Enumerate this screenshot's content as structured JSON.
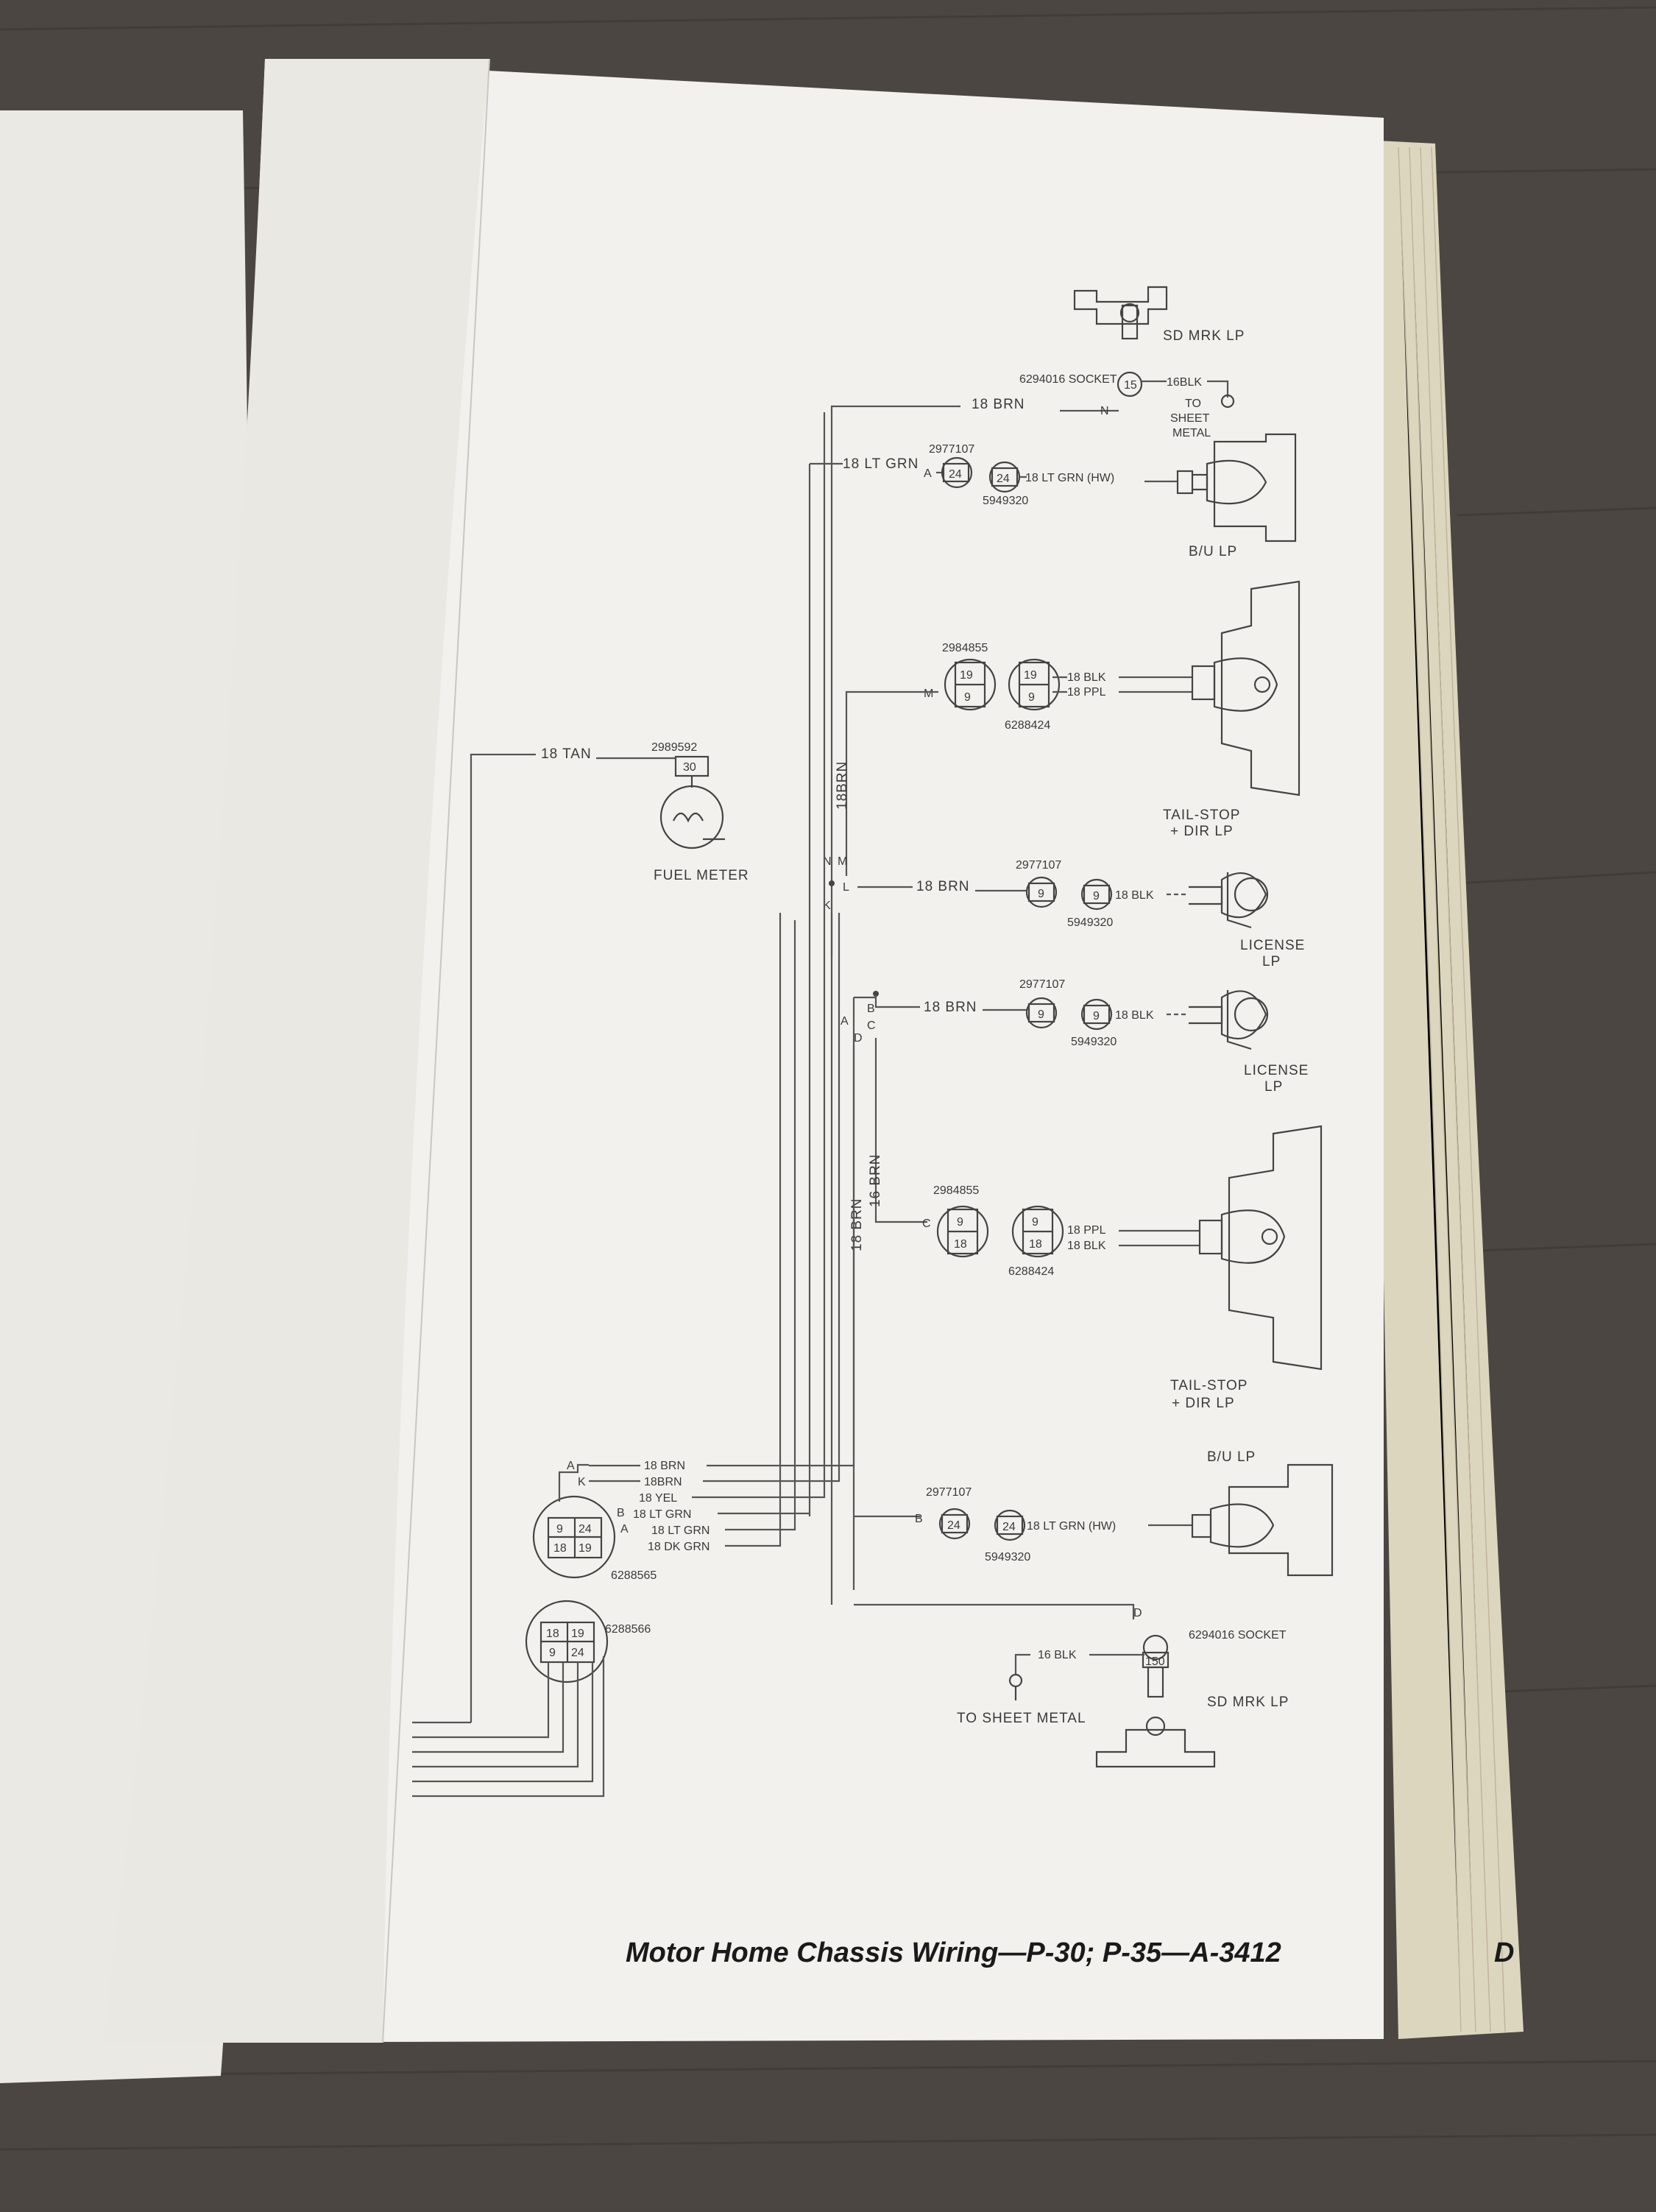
{
  "title": "Motor Home Chassis Wiring—P-30; P-35—A-3412",
  "components": {
    "sd_mrk_lp_top": "SD MRK LP",
    "socket_top": "6294016 SOCKET",
    "to_sheet_metal_top_1": "TO",
    "to_sheet_metal_top_2": "SHEET",
    "to_sheet_metal_top_3": "METAL",
    "bu_lp_top": "B/U LP",
    "tail_stop_top_1": "TAIL-STOP",
    "tail_stop_top_2": "+ DIR LP",
    "fuel_meter": "FUEL METER",
    "license_lp_1a": "LICENSE",
    "license_lp_1b": "LP",
    "license_lp_2a": "LICENSE",
    "license_lp_2b": "LP",
    "tail_stop_bottom_1": "TAIL-STOP",
    "tail_stop_bottom_2": "+ DIR LP",
    "bu_lp_bottom": "B/U LP",
    "socket_bottom": "6294016 SOCKET",
    "to_sheet_metal_bottom": "TO SHEET METAL",
    "sd_mrk_lp_bottom": "SD MRK LP"
  },
  "part_numbers": {
    "p2977107_a": "2977107",
    "p5949320_a": "5949320",
    "p2984855_a": "2984855",
    "p6288424_a": "6288424",
    "p2989592": "2989592",
    "p2977107_b": "2977107",
    "p5949320_b": "5949320",
    "p2977107_c": "2977107",
    "p5949320_c": "5949320",
    "p2984855_b": "2984855",
    "p6288424_b": "6288424",
    "p6288565": "6288565",
    "p2977107_d": "2977107",
    "p5949320_d": "5949320",
    "p6288566": "6288566"
  },
  "wires": {
    "w_16blk_top": "16BLK",
    "w_18brn_top": "18 BRN",
    "w_18ltgrn_a": "18 LT GRN",
    "w_18ltgrn_hw_a": "18 LT GRN (HW)",
    "w_18blk_tail": "18 BLK",
    "w_18ppl_tail": "18 PPL",
    "w_18tan": "18 TAN",
    "w_18brn_vert": "18BRN",
    "w_18brn_lic1": "18 BRN",
    "w_18blk_lic1": "18 BLK",
    "w_18brn_lic2": "18 BRN",
    "w_18blk_lic2": "18 BLK",
    "w_16brn_vert": "16 BRN",
    "w_18brn_vert2": "18 BRN",
    "w_18ppl_tail2": "18 PPL",
    "w_18blk_tail2": "18 BLK",
    "h_18brn_1": "18 BRN",
    "h_18brn_2": "18BRN",
    "h_18yel": "18 YEL",
    "h_18ltgrn_1": "18 LT GRN",
    "h_18ltgrn_2": "18 LT GRN",
    "h_18dkgrn": "18 DK GRN",
    "w_18ltgrn_hw_b": "18 LT GRN (HW)",
    "w_16blk_bottom": "16 BLK"
  },
  "terminals": {
    "t_n_top": "N",
    "t_a_top": "A",
    "t_m_tail": "M",
    "t_n_split": "N",
    "t_m_split": "M",
    "t_l_split": "L",
    "t_k_split": "K",
    "t_a_split2": "A",
    "t_b_split2": "B",
    "t_c_split2": "C",
    "t_d_split2": "D",
    "t_c_tail2": "C",
    "h_a": "A",
    "h_k": "K",
    "h_b": "B",
    "h_a2": "A",
    "t_b_bu2": "B",
    "t_d_sd2": "D"
  },
  "cavities": {
    "c15_top": "15",
    "c24_a1": "24",
    "c24_a2": "24",
    "c19_a1": "19",
    "c9_a1": "9",
    "c19_a2": "19",
    "c9_a2": "9",
    "c30": "30",
    "c9_l1a": "9",
    "c9_l1b": "9",
    "c9_l2a": "9",
    "c9_l2b": "9",
    "c9_t2a": "9",
    "c18_t2a": "18",
    "c9_t2b": "9",
    "c18_t2b": "18",
    "h1_9": "9",
    "h1_24": "24",
    "h1_18": "18",
    "h1_19": "19",
    "h2_18": "18",
    "h2_19": "19",
    "h2_9": "9",
    "h2_24": "24",
    "c24_b1": "24",
    "c24_b2": "24",
    "c150_bot": "150"
  }
}
